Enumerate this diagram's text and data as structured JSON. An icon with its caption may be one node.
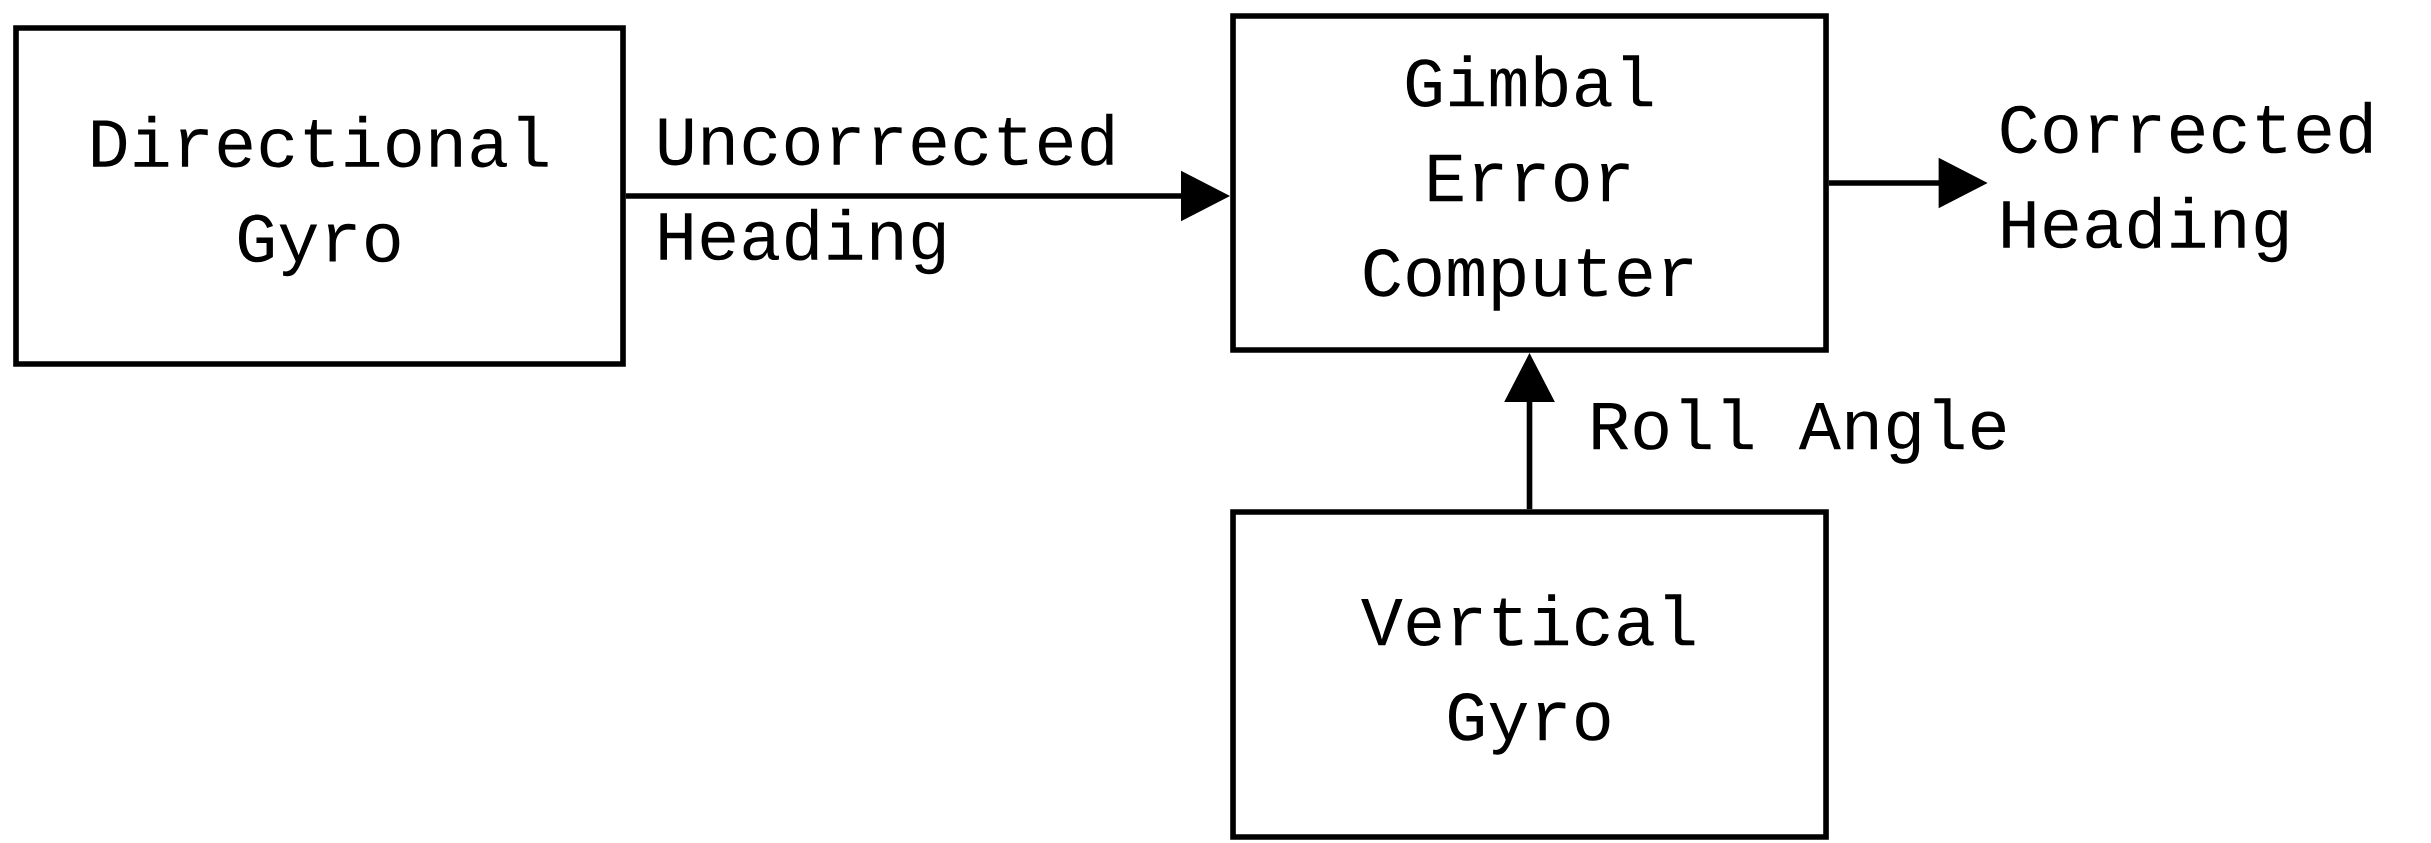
{
  "diagram": {
    "nodes": [
      {
        "text": [
          "Directional Gyro"
        ]
      },
      {
        "text": [
          "Gimbal Error Computer"
        ]
      },
      {
        "text": [
          "Vertical Gyro"
        ]
      },
      {
        "text": [
          "Corrected Heading"
        ]
      }
    ],
    "edges": [
      {
        "from": 0,
        "to": 1,
        "arrow": "to",
        "label": "Uncorrected Heading"
      },
      {
        "from": 1,
        "to": 3,
        "arrow": "to"
      },
      {
        "from": 2,
        "to": 1,
        "arrow": "to",
        "label": "Roll Angle"
      }
    ]
  }
}
